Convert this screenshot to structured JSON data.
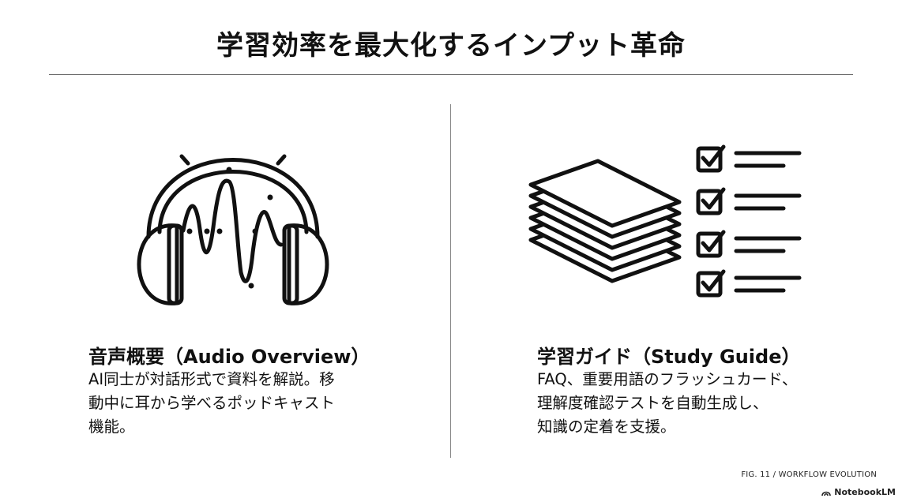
{
  "title": "学習効率を最大化するインプット革命",
  "left": {
    "heading": "音声概要（Audio Overview）",
    "description": [
      "AI同士が対話形式で資料を解説。移",
      "動中に耳から学べるポッドキャスト",
      "機能。"
    ],
    "icon": "headphones-soundwave-icon"
  },
  "right": {
    "heading": "学習ガイド（Study Guide）",
    "description": [
      "FAQ、重要用語のフラッシュカード、",
      "理解度確認テストを自動生成し、",
      "知識の定着を支援。"
    ],
    "icon": "study-cards-checklist-icon"
  },
  "figure_caption": "FIG. 11 / WORKFLOW EVOLUTION",
  "brand": "NotebookLM"
}
